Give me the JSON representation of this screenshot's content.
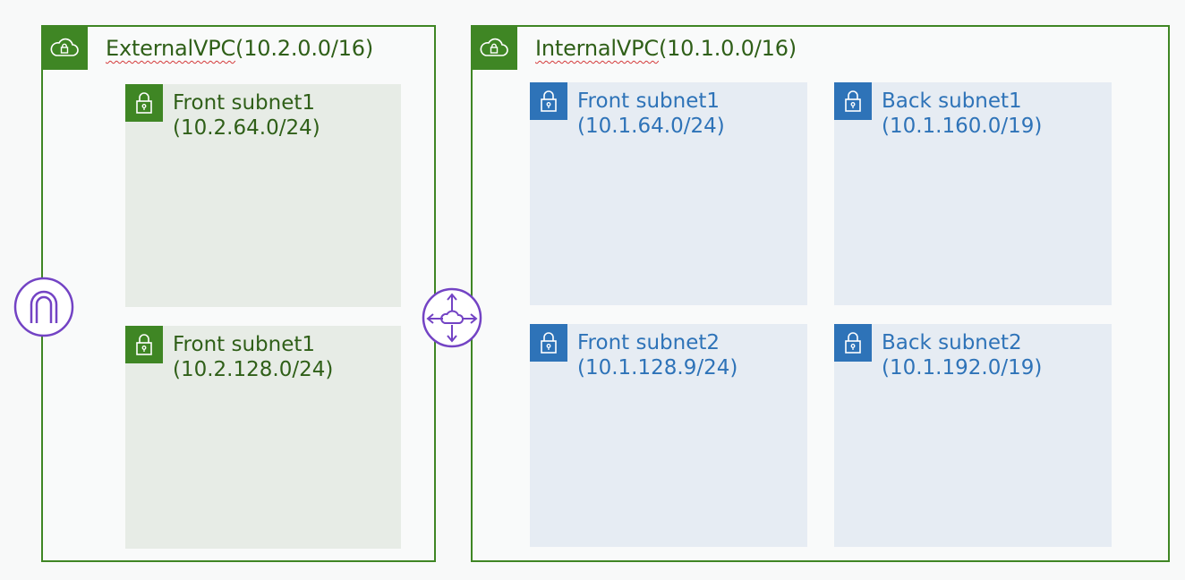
{
  "colors": {
    "vpc_border": "#3f8624",
    "vpc_text": "#2f5f18",
    "public_subnet_fill": "#e7ece6",
    "private_subnet_fill": "#e6ecf3",
    "private_subnet_accent": "#2e73b8",
    "gateway_icon": "#7343c4"
  },
  "vpcs": [
    {
      "name": "ExternalVPC",
      "cidr": "(10.2.0.0/16)",
      "icon": "vpc-cloud-lock-icon",
      "subnets": [
        {
          "name": "Front subnet1",
          "cidr": "(10.2.64.0/24)",
          "icon": "lock-icon"
        },
        {
          "name": "Front subnet1",
          "cidr": "(10.2.128.0/24)",
          "icon": "lock-icon"
        }
      ]
    },
    {
      "name": "InternalVPC",
      "cidr": "(10.1.0.0/16)",
      "icon": "vpc-cloud-lock-icon",
      "subnets": [
        {
          "name": "Front subnet1",
          "cidr": "(10.1.64.0/24)",
          "icon": "lock-icon"
        },
        {
          "name": "Back subnet1",
          "cidr": "(10.1.160.0/19)",
          "icon": "lock-icon"
        },
        {
          "name": "Front subnet2",
          "cidr": "(10.1.128.9/24)",
          "icon": "lock-icon"
        },
        {
          "name": "Back subnet2",
          "cidr": "(10.1.192.0/19)",
          "icon": "lock-icon"
        }
      ]
    }
  ],
  "gateways": [
    {
      "icon": "internet-gateway-icon"
    },
    {
      "icon": "transit-gateway-icon"
    }
  ]
}
